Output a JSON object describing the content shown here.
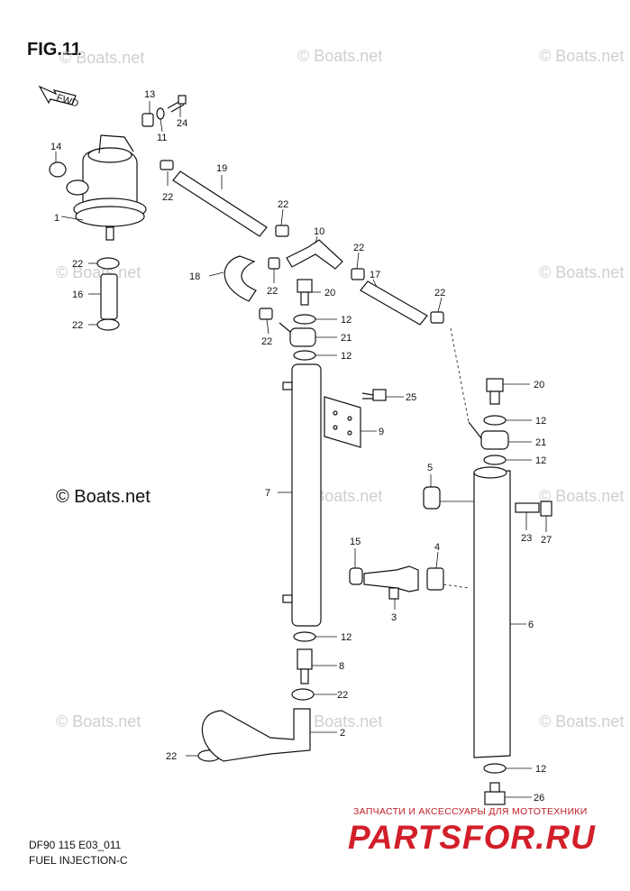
{
  "title": "FIG.11",
  "copyright_text": "© Boats.net",
  "watermark_text": "© Boats.net",
  "diagram_code": "DF90 115 E03_011",
  "diagram_name": "FUEL INJECTION-C",
  "fwd_label": "FWD",
  "ad": {
    "line": "ЗАПЧАСТИ И АКСЕССУАРЫ ДЛЯ МОТОТЕХНИКИ",
    "brand": "PARTSFOR.RU",
    "color": "#d21f2a"
  },
  "callouts": {
    "c1": "1",
    "c2": "2",
    "c3": "3",
    "c4": "4",
    "c5": "5",
    "c6": "6",
    "c7": "7",
    "c8": "8",
    "c9": "9",
    "c10": "10",
    "c11": "11",
    "c12": "12",
    "c13": "13",
    "c14": "14",
    "c15": "15",
    "c16": "16",
    "c17": "17",
    "c18": "18",
    "c19": "19",
    "c20": "20",
    "c21": "21",
    "c22": "22",
    "c23": "23",
    "c24": "24",
    "c25": "25",
    "c26": "26",
    "c27": "27"
  }
}
